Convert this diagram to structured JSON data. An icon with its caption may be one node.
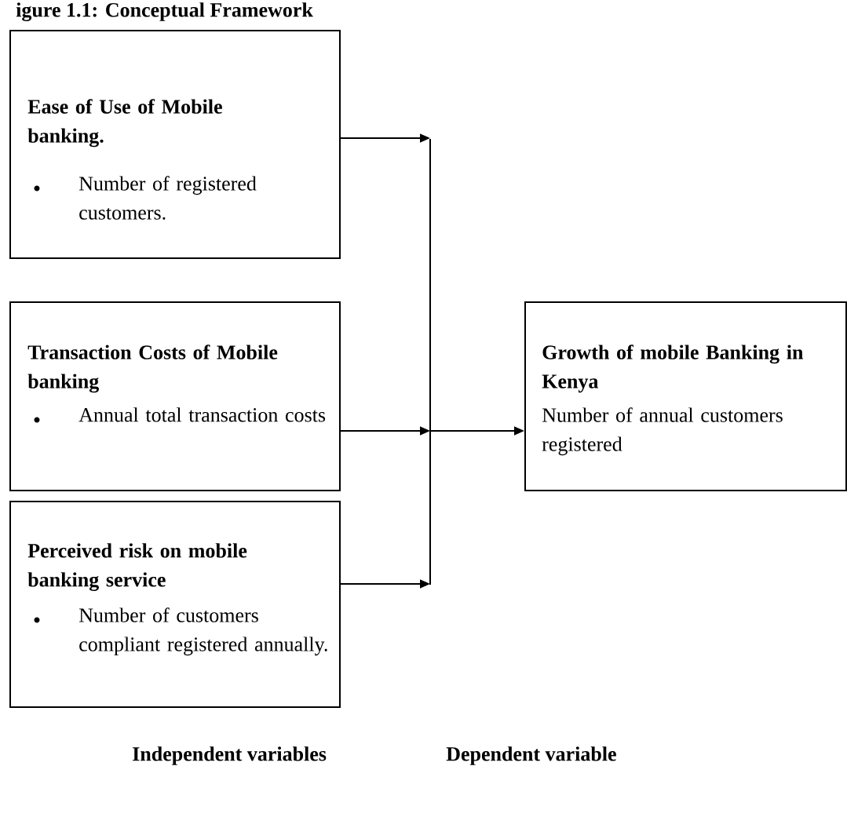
{
  "diagram": {
    "title": "igure 1.1: Conceptual Framework",
    "nodes": [
      {
        "text": [
          "Ease of Use of Mobile banking.",
          "Number of registered customers."
        ]
      },
      {
        "text": [
          "Transaction Costs of Mobile banking",
          "Annual total transaction costs"
        ]
      },
      {
        "text": [
          "Perceived risk on mobile banking service",
          "Number of customers compliant registered annually."
        ]
      },
      {
        "text": [
          "Growth of mobile Banking in Kenya",
          "Number of annual customers registered"
        ]
      },
      {
        "text": [],
        "shape": "bar"
      }
    ],
    "edges": [
      {
        "from": 0,
        "to": 4,
        "arrow": "to"
      },
      {
        "from": 1,
        "to": 4,
        "arrow": "to"
      },
      {
        "from": 2,
        "to": 4,
        "arrow": "to"
      },
      {
        "from": 4,
        "to": 3,
        "arrow": "to"
      }
    ],
    "labels": [
      "Independent variables",
      "Dependent variable"
    ]
  }
}
